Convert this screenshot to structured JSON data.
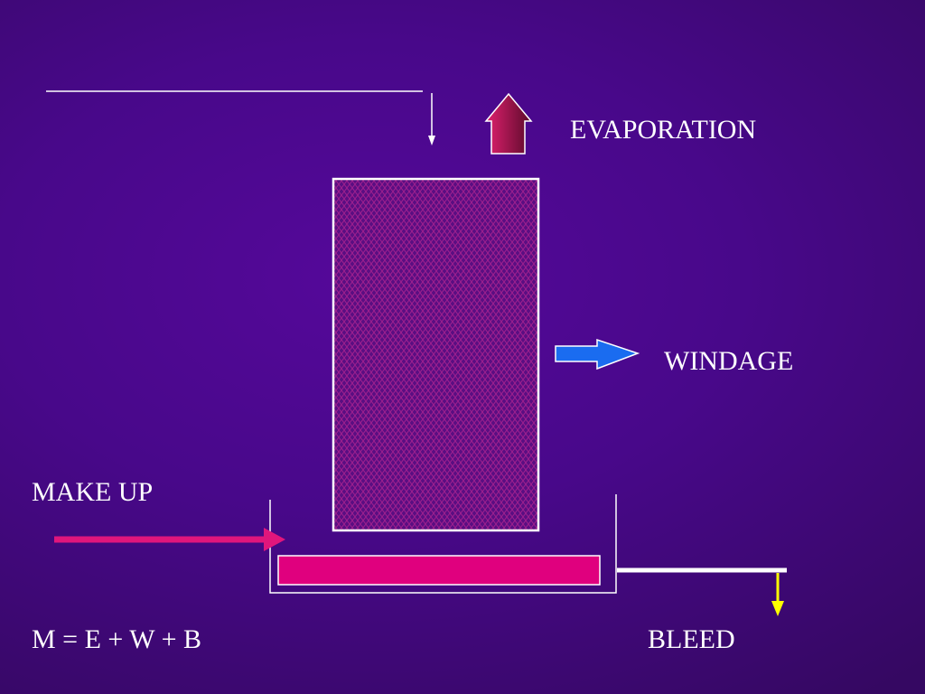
{
  "labels": {
    "evaporation": "EVAPORATION",
    "windage": "WINDAGE",
    "make_up": "MAKE UP",
    "equation": "M = E + W + B",
    "bleed": "BLEED"
  },
  "colors": {
    "background": "#48088a",
    "line": "#ffffff",
    "evaporation_arrow": "#a0104e",
    "windage_arrow": "#1a6cf0",
    "make_up_arrow": "#e0167c",
    "basin_water": "#e0007e",
    "fill_packing": "#62107e",
    "bleed_arrow": "#ffff00"
  },
  "icons": {
    "evaporation": "up-arrow-icon",
    "windage": "right-arrow-icon",
    "make_up": "right-arrow-icon",
    "bleed": "down-arrow-icon",
    "water_inlet": "down-arrow-icon"
  }
}
